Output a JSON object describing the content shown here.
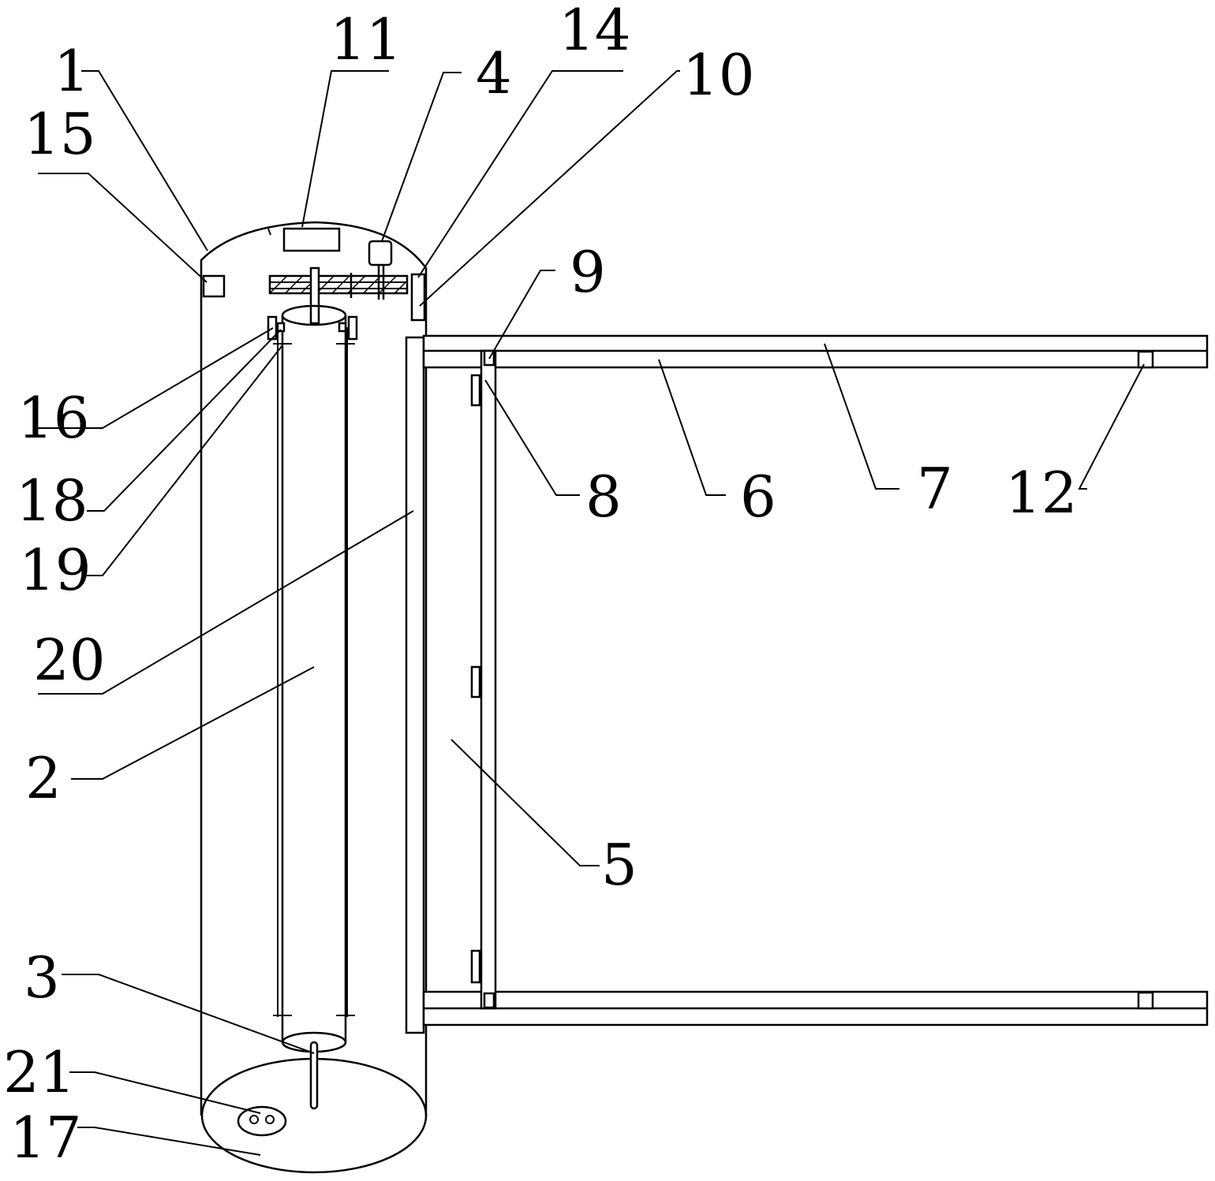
{
  "labels": {
    "l1": "1",
    "l2": "2",
    "l3": "3",
    "l4": "4",
    "l5": "5",
    "l6": "6",
    "l7": "7",
    "l8": "8",
    "l9": "9",
    "l10": "10",
    "l11": "11",
    "l12": "12",
    "l14": "14",
    "l15": "15",
    "l16": "16",
    "l17": "17",
    "l18": "18",
    "l19": "19",
    "l20": "20",
    "l21": "21"
  }
}
